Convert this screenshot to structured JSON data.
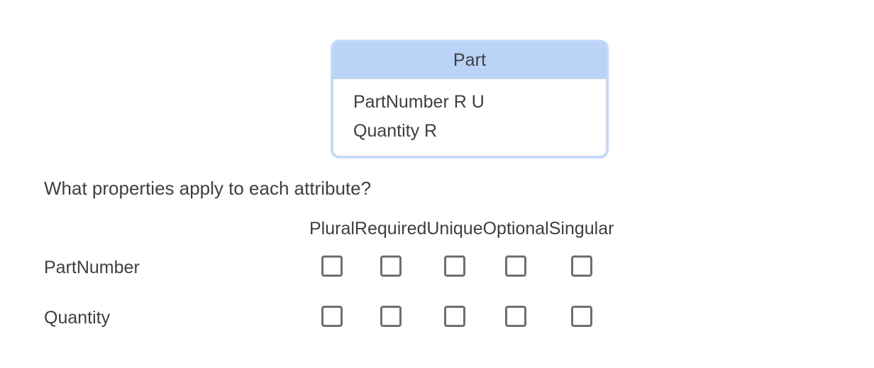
{
  "entity": {
    "name": "Part",
    "attributes": [
      {
        "line": "PartNumber R U"
      },
      {
        "line": "Quantity R"
      }
    ]
  },
  "question": {
    "text": "What properties apply to each attribute?"
  },
  "matrix": {
    "columns": [
      {
        "label": "Plural"
      },
      {
        "label": "Required"
      },
      {
        "label": "Unique"
      },
      {
        "label": "Optional"
      },
      {
        "label": "Singular"
      }
    ],
    "rows": [
      {
        "label": "PartNumber",
        "cells": [
          {
            "checked": false
          },
          {
            "checked": false
          },
          {
            "checked": false
          },
          {
            "checked": false
          },
          {
            "checked": false
          }
        ]
      },
      {
        "label": "Quantity",
        "cells": [
          {
            "checked": false
          },
          {
            "checked": false
          },
          {
            "checked": false
          },
          {
            "checked": false
          },
          {
            "checked": false
          }
        ]
      }
    ]
  },
  "colors": {
    "header_blue": "#bad3f7",
    "card_border_blue": "#c3dafd",
    "text": "#3c4043",
    "checkbox_border": "#6f6f6f",
    "background": "#ffffff"
  }
}
